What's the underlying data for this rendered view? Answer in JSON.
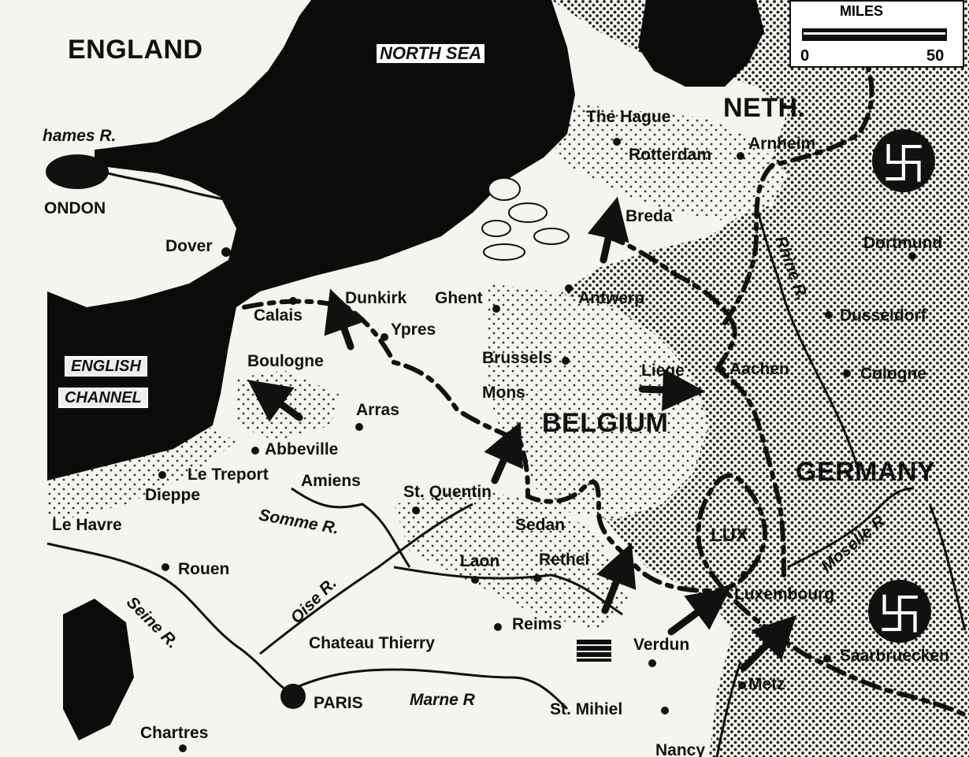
{
  "countries": {
    "england": "ENGLAND",
    "neth": "NETH.",
    "belgium": "BELGIUM",
    "germany": "GERMANY",
    "lux": "LUX"
  },
  "seas": {
    "north_sea": "NORTH SEA",
    "english_channel_1": "ENGLISH",
    "english_channel_2": "CHANNEL"
  },
  "rivers": {
    "thames": "hames R.",
    "somme": "Somme R.",
    "oise": "Oise R.",
    "seine": "Seine R.",
    "marne": "Marne R",
    "rhine": "Rhine R.",
    "moselle": "Moselle R"
  },
  "cities": {
    "london": "ONDON",
    "dover": "Dover",
    "calais": "Calais",
    "boulogne": "Boulogne",
    "dunkirk": "Dunkirk",
    "ghent": "Ghent",
    "ypres": "Ypres",
    "antwerp": "Antwerp",
    "the_hague": "The Hague",
    "rotterdam": "Rotterdam",
    "arnheim": "Arnheim",
    "breda": "Breda",
    "dortmund": "Dortmund",
    "dusseldorf": "Dusseldorf",
    "cologne": "Cologne",
    "aachen": "Aachen",
    "liege": "Liege",
    "brussels": "Brussels",
    "mons": "Mons",
    "arras": "Arras",
    "abbeville": "Abbeville",
    "le_treport": "Le Treport",
    "amiens": "Amiens",
    "dieppe": "Dieppe",
    "st_quentin": "St. Quentin",
    "le_havre": "Le Havre",
    "rouen": "Rouen",
    "sedan": "Sedan",
    "laon": "Laon",
    "rethel": "Rethel",
    "luxembourg": "Luxembourg",
    "reims": "Reims",
    "chateau_thierry": "Chateau Thierry",
    "verdun": "Verdun",
    "saarbruecken": "Saarbruecken",
    "metz": "Metz",
    "paris": "PARIS",
    "st_mihiel": "St. Mihiel",
    "chartres": "Chartres",
    "nancy": "Nancy"
  },
  "legend": {
    "title": "MILES",
    "start": "0",
    "end": "50"
  },
  "icons": {
    "axis_symbol": "swastika-icon",
    "allied_flag": "us-flag-icon"
  },
  "colors": {
    "water": "#0b0b0b",
    "land": "#f6f4ee",
    "ink": "#111111"
  }
}
